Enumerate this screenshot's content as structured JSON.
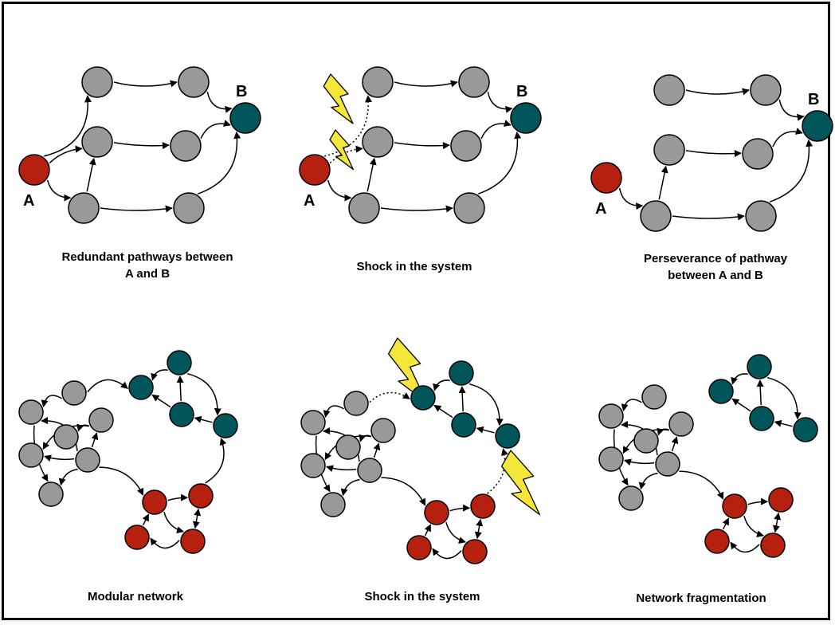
{
  "colors": {
    "source": "#b5200f",
    "target": "#00565a",
    "neutral": "#999999",
    "module_red": "#b5200f",
    "module_teal": "#00565a",
    "shock": "#f5e63a"
  },
  "panels": [
    {
      "id": "p1",
      "caption_lines": [
        "Redundant pathways between",
        "A and B"
      ],
      "labels": {
        "source": "A",
        "target": "B"
      }
    },
    {
      "id": "p2",
      "caption_lines": [
        "Shock in the system"
      ],
      "labels": {
        "source": "A",
        "target": "B"
      }
    },
    {
      "id": "p3",
      "caption_lines": [
        "Perseverance of pathway",
        "between A and B"
      ],
      "labels": {
        "source": "A",
        "target": "B"
      }
    },
    {
      "id": "p4",
      "caption_lines": [
        "Modular network"
      ]
    },
    {
      "id": "p5",
      "caption_lines": [
        "Shock in the system"
      ]
    },
    {
      "id": "p6",
      "caption_lines": [
        "Network fragmentation"
      ]
    }
  ],
  "icons": [
    "lightning-bolt-icon"
  ]
}
